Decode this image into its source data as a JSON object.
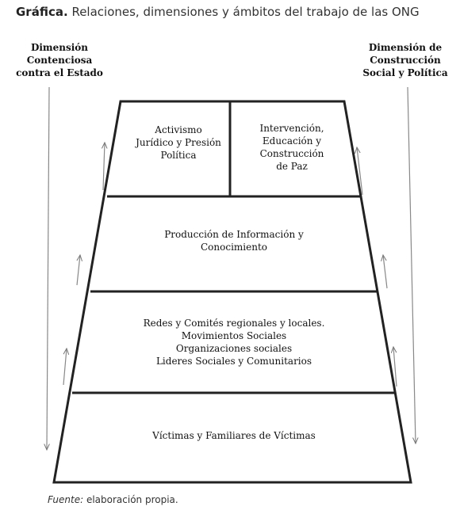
{
  "title": {
    "label": "Gráfica.",
    "text": "Relaciones, dimensiones y ámbitos del trabajo de las ONG"
  },
  "dimensions": {
    "left": [
      "Dimensión",
      "Contenciosa",
      "contra el Estado"
    ],
    "right": [
      "Dimensión de",
      "Construcción",
      "Social y Política"
    ]
  },
  "levels": {
    "top_left": [
      "Activismo",
      "Jurídico y Presión",
      "Política"
    ],
    "top_right": [
      "Intervención,",
      "Educación y",
      "Construcción",
      "de Paz"
    ],
    "level2": [
      "Producción de Información y",
      "Conocimiento"
    ],
    "level3": [
      "Redes y Comités regionales y locales.",
      "Movimientos Sociales",
      "Organizaciones sociales",
      "Lideres Sociales y Comunitarios"
    ],
    "base": [
      "Víctimas y Familiares de Víctimas"
    ]
  },
  "source": {
    "label": "Fuente:",
    "text": "elaboración propia."
  }
}
